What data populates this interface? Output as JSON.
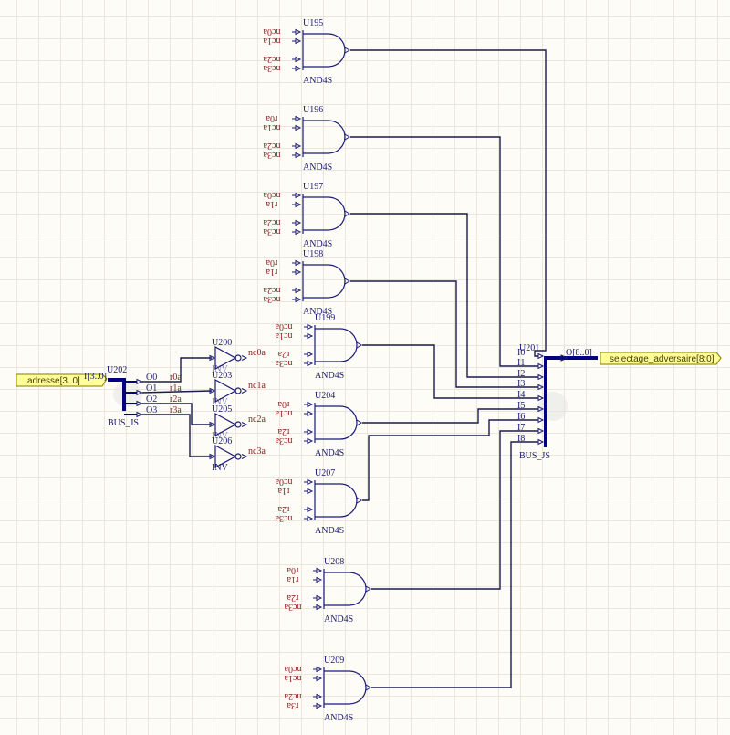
{
  "schematic": {
    "input_port": {
      "label": "adresse[3..0]"
    },
    "output_port": {
      "label": "selectage_adversaire[8:0]"
    },
    "bus_in": {
      "designator": "U202",
      "type": "BUS_JS",
      "in_pin": "I[3..0]",
      "out_pins": [
        "O0",
        "O1",
        "O2",
        "O3"
      ],
      "nets": [
        "r0a",
        "r1a",
        "r2a",
        "r3a"
      ]
    },
    "inverters": [
      {
        "designator": "U200",
        "type": "INV",
        "out_net": "nc0a"
      },
      {
        "designator": "U203",
        "type": "INV",
        "out_net": "nc1a"
      },
      {
        "designator": "U205",
        "type": "INV",
        "out_net": "nc2a"
      },
      {
        "designator": "U206",
        "type": "INV",
        "out_net": "nc3a"
      }
    ],
    "and_gates": [
      {
        "designator": "U195",
        "type": "AND4S",
        "inputs": [
          "nc0a",
          "nc1a",
          "nc2a",
          "nc3a"
        ]
      },
      {
        "designator": "U196",
        "type": "AND4S",
        "inputs": [
          "r0a",
          "nc1a",
          "nc2a",
          "nc3a"
        ]
      },
      {
        "designator": "U197",
        "type": "AND4S",
        "inputs": [
          "nc0a",
          "r1a",
          "nc2a",
          "nc3a"
        ]
      },
      {
        "designator": "U198",
        "type": "AND4S",
        "inputs": [
          "r0a",
          "r1a",
          "nc2a",
          "nc3a"
        ]
      },
      {
        "designator": "U199",
        "type": "AND4S",
        "inputs": [
          "nc0a",
          "nc1a",
          "r2a",
          "nc3a"
        ]
      },
      {
        "designator": "U204",
        "type": "AND4S",
        "inputs": [
          "r0a",
          "nc1a",
          "r2a",
          "nc3a"
        ]
      },
      {
        "designator": "U207",
        "type": "AND4S",
        "inputs": [
          "nc0a",
          "r1a",
          "r2a",
          "nc3a"
        ]
      },
      {
        "designator": "U208",
        "type": "AND4S",
        "inputs": [
          "r0a",
          "r1a",
          "r2a",
          "nc3a"
        ]
      },
      {
        "designator": "U209",
        "type": "AND4S",
        "inputs": [
          "nc0a",
          "nc1a",
          "nc2a",
          "r3a"
        ]
      }
    ],
    "bus_out": {
      "designator": "U201",
      "type": "BUS_JS",
      "in_pins": [
        "I0",
        "I1",
        "I2",
        "I3",
        "I4",
        "I5",
        "I6",
        "I7",
        "I8"
      ],
      "out_pin": "O[8..0]"
    }
  }
}
